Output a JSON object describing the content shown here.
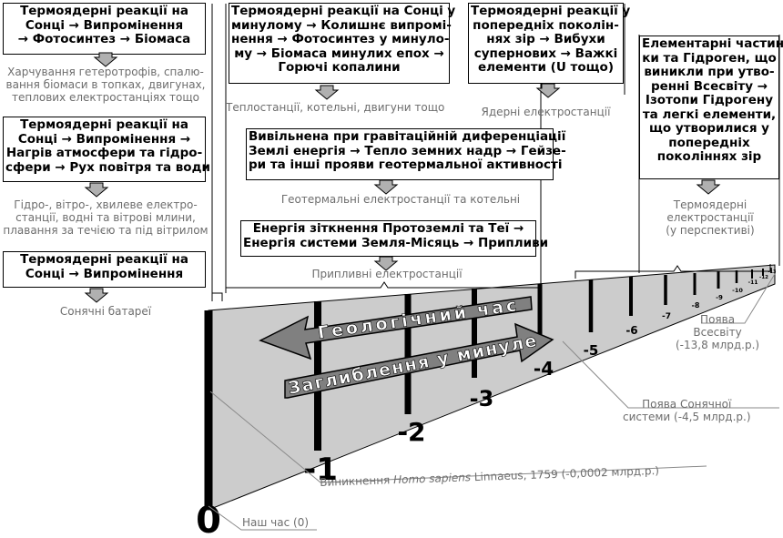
{
  "left_column": [
    {
      "box": [
        "Термоядерні реакції на",
        "Сонці → Випромінення",
        "→ Фотосинтез → Біомаса"
      ],
      "use": [
        "Харчування гетеротрофів, спалю-",
        "вання біомаси в топках, двигунах,",
        "теплових електростанціях тощо"
      ]
    },
    {
      "box": [
        "Термоядерні реакції на",
        "Сонці → Випромінення →",
        "Нагрів атмосфери та гідро-",
        "сфери → Рух повітря та води"
      ],
      "use": [
        "Гідро-, вітро-, хвилеве електро-",
        "станції, водні та вітрові млини,",
        "плавання за течією та під вітрилом"
      ]
    },
    {
      "box": [
        "Термоядерні реакції на",
        "Сонці → Випромінення"
      ],
      "use": [
        "Сонячні батареї"
      ]
    }
  ],
  "center_column": [
    {
      "box": [
        "Термоядерні реакції на Сонці у",
        "минулому → Колишнє випромі-",
        "нення → Фотосинтез у минуло-",
        "му → Біомаса минулих епох →",
        "Горючі копалини"
      ],
      "use": [
        "Теплостанції, котельні, двигуни тощо"
      ]
    },
    {
      "box": [
        "Вивільнена при гравітаційній диференціації",
        "Землі енергія → Тепло земних надр → Гейзе-",
        "ри та інші прояви геотермальної активності"
      ],
      "use": [
        "Геотермальні електростанції та котельні"
      ]
    },
    {
      "box": [
        "Енергія зіткнення Протоземлі та Теї →",
        "Енергія системи Земля-Місяць → Припливи"
      ],
      "use": [
        "Припливні електростанції"
      ]
    }
  ],
  "nuclear": {
    "box": [
      "Термоядерні реакції у",
      "попередніх поколін-",
      "нях зір → Вибухи",
      "супернових → Важкі",
      "елементи (U тощо)"
    ],
    "use": [
      "Ядерні електростанції"
    ]
  },
  "fusion": {
    "box": [
      "Елементарні частин-",
      "ки та Гідроген, що",
      "виникли при утво-",
      "ренні Всесвіту →",
      "Ізотопи Гідрогену",
      "та легкі елементи,",
      "що утворилися у",
      "попередніх",
      "поколіннях зір"
    ],
    "use": [
      "Термоядерні",
      "електростанції",
      "(у перспективі)"
    ]
  },
  "timeline": {
    "big_labels": [
      "0",
      "-1",
      "-2",
      "-3",
      "-4",
      "-5",
      "-6"
    ],
    "small_labels": [
      "-7",
      "-8",
      "-9",
      "-10",
      "-11",
      "-12",
      "-13"
    ],
    "arrow_geo": "Геологічний час",
    "arrow_past": "Заглиблення у минуле",
    "color_band": "#cccccc",
    "color_arrow": "#808080"
  },
  "annotations": {
    "universe": [
      "Поява",
      "Всесвіту",
      "(-13,8 млрд.р.)"
    ],
    "solar": [
      "Поява Сонячної",
      "системи (-4,5 млрд.р.)"
    ],
    "homo_pre": "Виникнення ",
    "homo_italic": "Homo sapiens",
    "homo_post": " Linnaeus, 1759 (-0,0002 млрд.р.)",
    "now": "Наш час (0)"
  }
}
